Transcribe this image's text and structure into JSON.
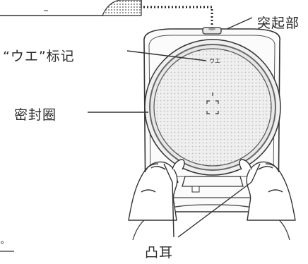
{
  "labels": {
    "protrusion": "突起部",
    "ue_mark": "“ウエ”标记",
    "seal_ring": "密封圈",
    "lugs": "凸耳",
    "ue_small": "ウエ",
    "fragment": "°"
  },
  "colors": {
    "line": "#333333",
    "text": "#2b2b2b",
    "lid_fill": "#f4f4f4",
    "seal_fill": "#e9e9e9"
  },
  "icons": [
    "hand-icon",
    "hand-icon"
  ]
}
